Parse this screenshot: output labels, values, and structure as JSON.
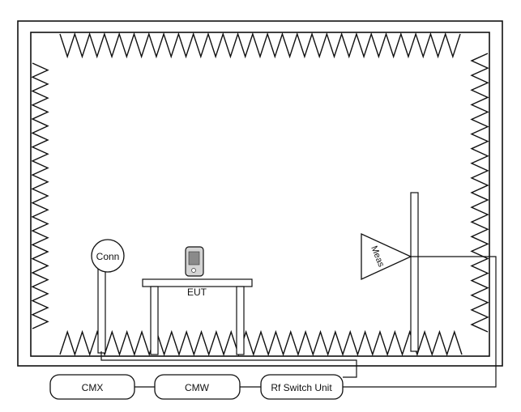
{
  "labels": {
    "conn": "Conn",
    "eut": "EUT",
    "meas": "Meas",
    "cmx": "CMX",
    "cmw": "CMW",
    "rf_switch": "Rf Switch Unit"
  },
  "colors": {
    "line": "#111111",
    "background": "#ffffff",
    "device_fill": "#c8c8c8"
  },
  "icons": {
    "eut": "handheld-device-icon",
    "meas": "horn-antenna-icon",
    "conn": "loop-antenna-icon"
  }
}
